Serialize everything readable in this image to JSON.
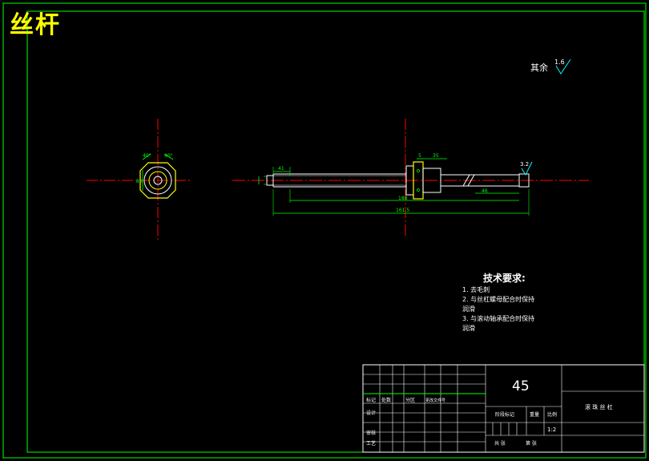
{
  "sheet": {
    "title": "丝杆",
    "roughness_note_prefix": "其余",
    "roughness_default": "1.6",
    "roughness_surface": "3.2"
  },
  "dimensions": {
    "left_dia_small": "41",
    "collar_width": "5",
    "collar_len": "35",
    "overall_inner": "188",
    "overall_total": "161.5",
    "right_section": "46"
  },
  "end_view": {
    "dim_left": "40°",
    "dim_right": "40°",
    "dim_dia": "80"
  },
  "tech": {
    "heading": "技术要求:",
    "items": [
      "1. 去毛刺",
      "2. 与丝杠螺母配合时保持",
      "润滑",
      "3. 与滚动轴承配合时保持",
      "润滑"
    ]
  },
  "titleblock": {
    "material": "45",
    "drawing_name": "滚 珠 丝 杠",
    "row_labels": [
      "标记",
      "处数",
      "分区",
      "更改文件号"
    ],
    "design": "设计",
    "review": "审核",
    "process": "工艺",
    "stage_mark": "阶段标记",
    "weight": "重量",
    "scale_label": "比例",
    "scale_value": "1:2",
    "sheet_total": "共 张",
    "sheet_no": "第 张"
  },
  "colors": {
    "background": "#000000",
    "border": "#00ff00",
    "part": "#ffffff",
    "dimension": "#00ff00",
    "centerline": "#ff0000",
    "roughness": "#00ffff",
    "title": "#ffff00"
  }
}
